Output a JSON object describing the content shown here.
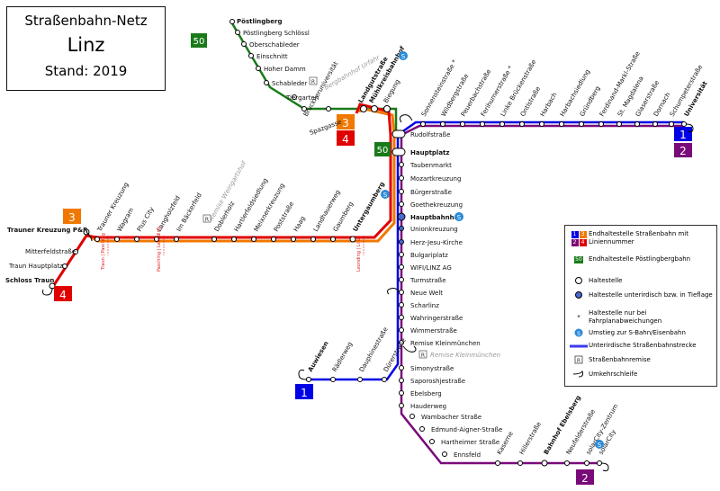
{
  "title": {
    "line1": "Straßenbahn-Netz",
    "line2": "Linz",
    "line3": "Stand: 2019"
  },
  "colors": {
    "line1": "#0000e6",
    "line2": "#7a0a7a",
    "line3": "#f07800",
    "line4": "#e00000",
    "line50": "#1a7a1a",
    "stop": "#000000"
  },
  "line_badges": {
    "l1": "1",
    "l2": "2",
    "l3": "3",
    "l4": "4",
    "l50": "50"
  },
  "stations": {
    "poestlingberg": "Pöstlingberg",
    "poestlingberg_schloessl": "Pöstlingberg Schlössl",
    "oberschableder": "Oberschableder",
    "einschnitt": "Einschnitt",
    "hoher_damm": "Hoher Damm",
    "schableder": "Schableder",
    "tiergarten": "Tiergarten",
    "bruckneruniversitaet": "Bruckneruniversität",
    "spazgasse": "Spazgasse",
    "landgutstrasse": "Landgutstraße",
    "muehlkreisbahnhof": "Mühlkreisbahnhof",
    "biegung": "Biegung",
    "rudolfstrasse": "Rudolfstraße",
    "hauptplatz": "Hauptplatz",
    "taubenmarkt": "Taubenmarkt",
    "mozartkreuzung": "Mozartkreuzung",
    "buergerstrasse": "Bürgerstraße",
    "goethekreuzung": "Goethekreuzung",
    "hauptbahnhof": "Hauptbahnhof",
    "unionkreuzung": "Unionkreuzung",
    "herz_jesu_kirche": "Herz-Jesu-Kirche",
    "bulgariplatz": "Bulgariplatz",
    "wifi_linz_ag": "WIFI/LINZ AG",
    "turmstrasse": "Turmstraße",
    "neue_welt": "Neue Welt",
    "scharlinz": "Scharlinz",
    "wahringerstrasse": "Wahringerstraße",
    "wimmerstrasse": "Wimmerstraße",
    "remise_kleinmuenchen": "Remise Kleinmünchen",
    "simonystrasse": "Simonystraße",
    "saporoshjestrasse": "Saporoshjestraße",
    "ebelsberg": "Ebelsberg",
    "hauderweg": "Hauderweg",
    "wambacher_strasse": "Wambacher Straße",
    "edmund_aigner_strasse": "Edmund-Aigner-Straße",
    "hartheimer_strasse": "Hartheimer Straße",
    "ennsfeld": "Ennsfeld",
    "kaserne": "Kaserne",
    "hillerstrasse": "Hillerstraße",
    "bahnhof_ebelsberg": "Bahnhof Ebelsberg",
    "neufelderstrasse": "Neufelderstraße",
    "solarcity_zentrum": "solarCity-Zentrum",
    "solarcity": "solarCity",
    "auwiesen": "Auwiesen",
    "raedlerweg": "Rädlerweg",
    "dauphinestrasse": "Dauphinestraße",
    "duererstrasse": "Dürerstraße",
    "sonnensteinstrasse": "Sonnensteinstraße *",
    "wildbergstrasse": "Wildbergstraße",
    "peuerbachstrasse": "Peuerbachstraße",
    "ferihumerstrasse": "Ferihumerstraße *",
    "linke_brueckenstrasse": "Linke Brückenstraße",
    "ontlstrasse": "Ontlstraße",
    "harbach": "Harbach",
    "harbachsiedlung": "Harbachsiedlung",
    "gruendberg": "Gründberg",
    "ferdinand_markl_strasse": "Ferdinand-Markl-Straße",
    "st_magdalena": "St. Magdalena",
    "glaserstrasse": "Glaserstraße",
    "dornach": "Dornach",
    "schumpeterstrasse": "Schumpeterstraße",
    "universitaet": "Universität",
    "trauner_kreuzung_pr": "Trauner Kreuzung P&R",
    "mitterfeldstrasse": "Mitterfeldstraße",
    "traun_hauptplatz": "Traun Hauptplatz",
    "schloss_traun": "Schloss Traun",
    "trauner_kreuzung": "Trauner Kreuzung",
    "wagram": "Wagram",
    "plus_city": "Plus City",
    "langholzfeld": "Langholzfeld",
    "im_baeckerfeld": "Im Bäckerfeld",
    "doblerholz": "Doblerholz",
    "hartlerfeldsiedlung": "Hartlerfeldsiedlung",
    "meixnerkreuzung": "Meixnerkreuzung",
    "poststrasse": "Poststraße",
    "haag": "Haag",
    "landhauerweg": "Landhauerweg",
    "gaumberg": "Gaumberg",
    "untergaumberg": "Untergaumberg"
  },
  "annotations": {
    "bergbahn": "Bergbahnhof Urfahr",
    "remise_weingartshof": "Remise Weingartshof",
    "remise_kleinmuenchen": "Remise Kleinmünchen",
    "traun_pasching": "Traun | Pasching",
    "pasching_leonding": "Pasching | Leonding",
    "leonding_linz": "Leonding | Linz"
  },
  "legend": {
    "endhaltestelle": "Endhaltestelle Straßenbahn mit Liniennummer",
    "endhaltestelle_poe": "Endhaltestelle Pöstlingbergbahn",
    "haltestelle": "Haltestelle",
    "haltestelle_tief": "Haltestelle unterirdisch bzw. in Tieflage",
    "haltestelle_ausnahme": "Haltestelle nur bei Fahrplanabweichungen",
    "umstieg": "Umstieg zur S-Bahn/Eisenbahn",
    "unterirdisch": "Unterirdische Straßenbahnstrecke",
    "remise": "Straßenbahnremise",
    "umkehrschleife": "Umkehrschleife",
    "sym_asterisk": "*",
    "sym_r": "R",
    "sym_50": "50"
  }
}
